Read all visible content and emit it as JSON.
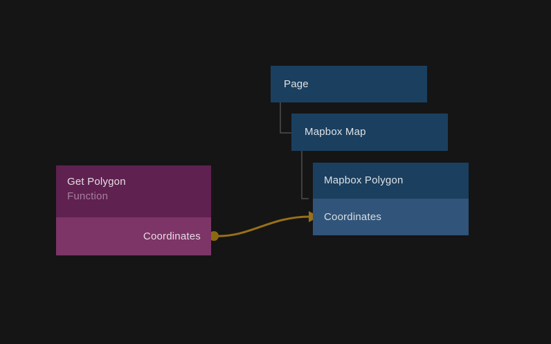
{
  "nodes": {
    "page": {
      "title": "Page"
    },
    "mapbox_map": {
      "title": "Mapbox Map"
    },
    "mapbox_polygon": {
      "title": "Mapbox Polygon",
      "input_port": "Coordinates"
    },
    "get_polygon": {
      "title": "Get Polygon",
      "subtitle": "Function",
      "output_port": "Coordinates"
    }
  },
  "colors": {
    "background": "#151515",
    "node_blue": "#1b3f5f",
    "node_blue_port_row": "#31547a",
    "node_purple_header": "#5f2150",
    "node_purple_port_row": "#7c3566",
    "connection_wire": "#97701a",
    "connection_dot": "#8d6812",
    "tree_connector": "#4f4f4f",
    "title_text": "#dde2e6",
    "subtitle_text": "#a77f9e"
  }
}
